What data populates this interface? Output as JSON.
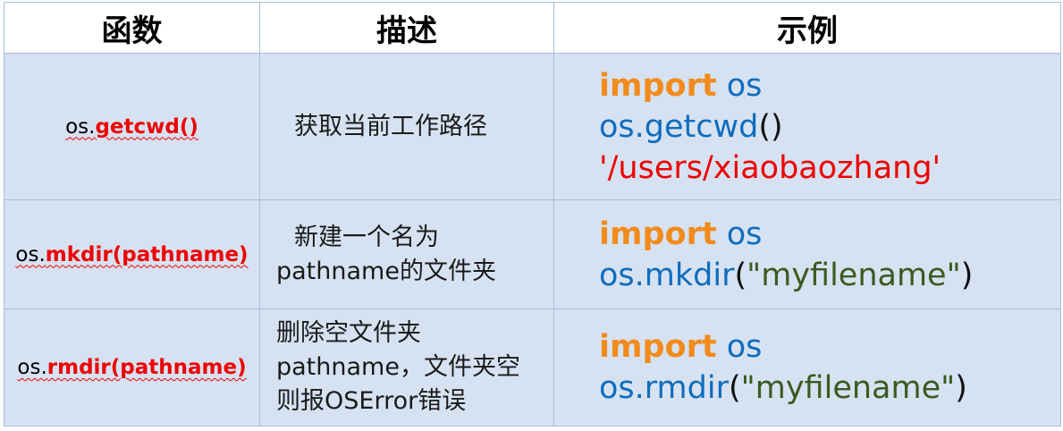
{
  "header": {
    "col_function": "函数",
    "col_description": "描述",
    "col_example": "示例"
  },
  "rows": [
    {
      "func_prefix": "os.",
      "func_name": "getcwd()",
      "desc_lines": [
        "获取当前工作路径"
      ],
      "example": {
        "kw": "import",
        "mod": " os",
        "call": "os.getcwd",
        "paren_open": "(",
        "paren_close": ")",
        "output": "'/users/xiaobaozhang'"
      }
    },
    {
      "func_prefix": "os.",
      "func_name": "mkdir(pathname)",
      "desc_lines": [
        "新建一个名为",
        "pathname的文件夹"
      ],
      "example": {
        "kw": "import",
        "mod": " os",
        "call": "os.mkdir",
        "paren_open": "(",
        "arg": "\"myfilename\"",
        "paren_close": ")"
      }
    },
    {
      "func_prefix": "os.",
      "func_name": "rmdir(pathname)",
      "desc_lines": [
        "删除空文件夹",
        "pathname，文件夹空",
        "则报OSError错误"
      ],
      "example": {
        "kw": "import",
        "mod": " os",
        "call": "os.rmdir",
        "paren_open": "(",
        "arg": "\"myfilename\"",
        "paren_close": ")"
      }
    }
  ]
}
